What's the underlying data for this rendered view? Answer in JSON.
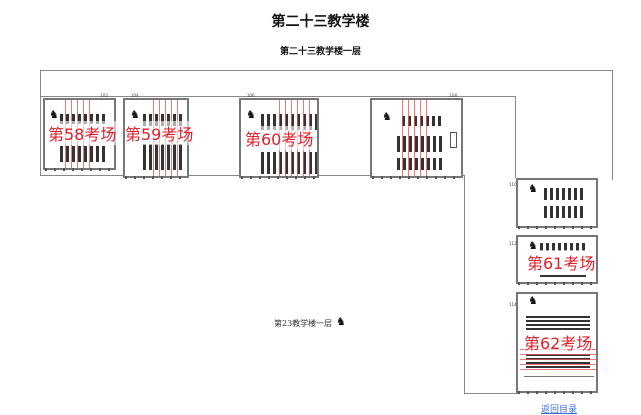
{
  "header": {
    "title": "第二十三教学楼",
    "subtitle": "第二十三教学楼一层"
  },
  "rooms": [
    {
      "number": "102",
      "exam_label": "第58考场"
    },
    {
      "number": "104",
      "exam_label": "第59考场"
    },
    {
      "number": "106",
      "exam_label": "第60考场"
    },
    {
      "number": "108"
    },
    {
      "number": "110"
    },
    {
      "number": "112",
      "exam_label": "第61考场"
    },
    {
      "number": "114",
      "exam_label": "第62考场"
    }
  ],
  "floor_label": "第23教学楼一层",
  "back_link": "返回目录",
  "colors": {
    "exam_label": "#e0202a",
    "wall": "#888888",
    "link": "#3b6fd6"
  }
}
